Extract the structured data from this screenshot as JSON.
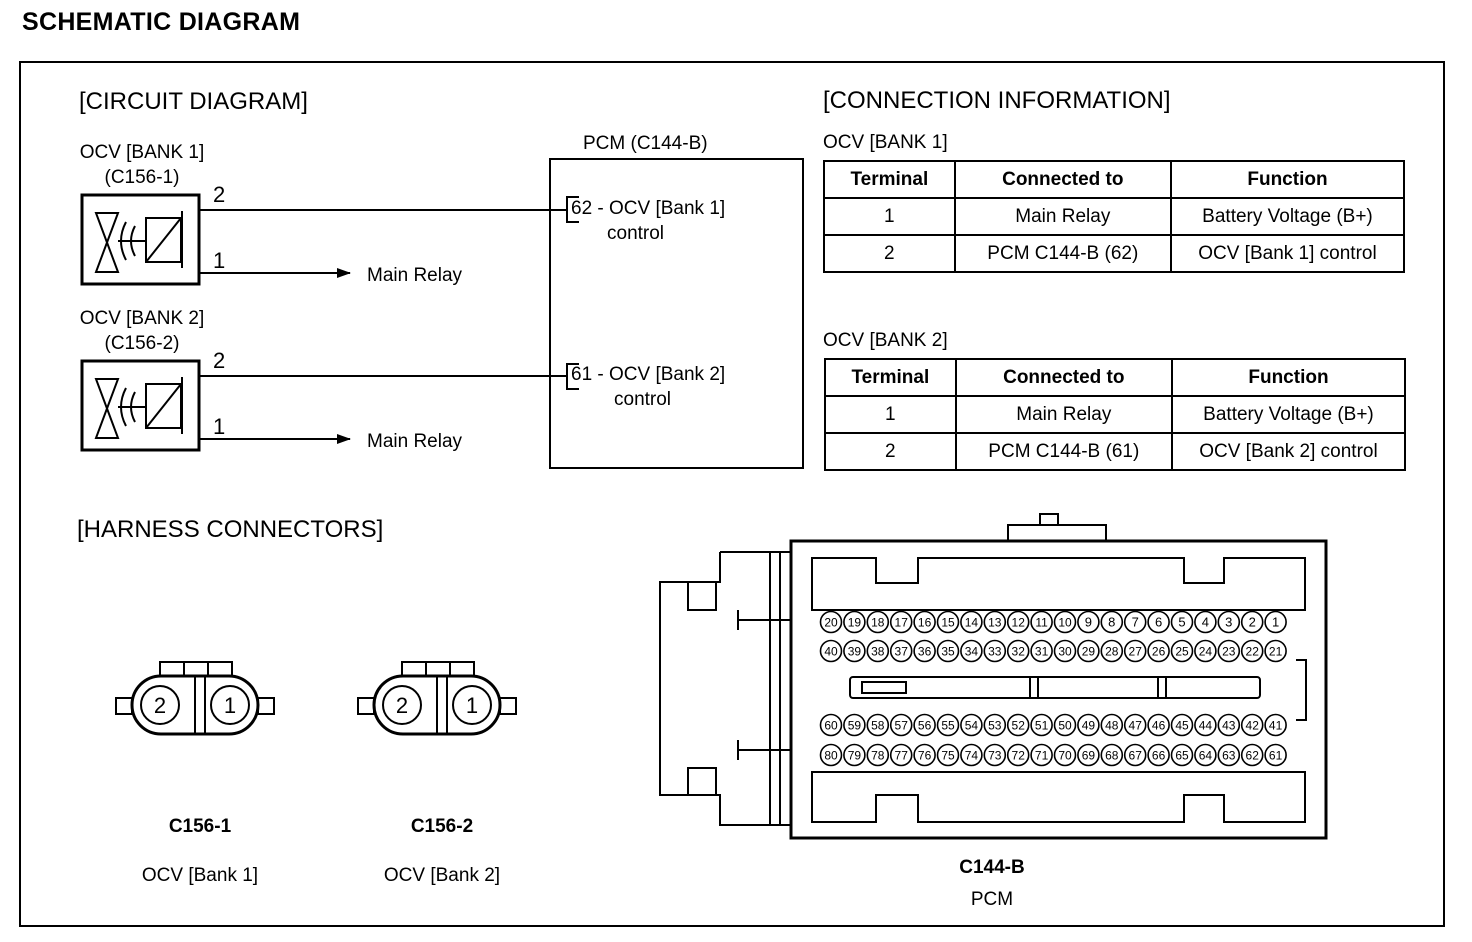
{
  "title": "SCHEMATIC DIAGRAM",
  "circuit": {
    "heading": "[CIRCUIT DIAGRAM]",
    "ocv1": {
      "name": "OCV [BANK 1]",
      "connector": "(C156-1)",
      "pin2": "2",
      "pin1": "1",
      "relay": "Main Relay"
    },
    "ocv2": {
      "name": "OCV [BANK 2]",
      "connector": "(C156-2)",
      "pin2": "2",
      "pin1": "1",
      "relay": "Main Relay"
    },
    "pcm": {
      "label": "PCM (C144-B)",
      "pin62": {
        "line1": "62 - OCV [Bank 1]",
        "line2": "control"
      },
      "pin61": {
        "line1": "61 - OCV [Bank 2]",
        "line2": "control"
      }
    }
  },
  "connection": {
    "heading": "[CONNECTION INFORMATION]",
    "headers": [
      "Terminal",
      "Connected to",
      "Function"
    ],
    "bank1": {
      "label": "OCV [BANK 1]",
      "rows": [
        [
          "1",
          "Main Relay",
          "Battery Voltage (B+)"
        ],
        [
          "2",
          "PCM C144-B (62)",
          "OCV [Bank 1] control"
        ]
      ]
    },
    "bank2": {
      "label": "OCV [BANK 2]",
      "rows": [
        [
          "1",
          "Main Relay",
          "Battery Voltage (B+)"
        ],
        [
          "2",
          "PCM C144-B (61)",
          "OCV [Bank 2] control"
        ]
      ]
    }
  },
  "harness": {
    "heading": "[HARNESS CONNECTORS]",
    "c1": {
      "pins": [
        "2",
        "1"
      ],
      "name": "C156-1",
      "desc": "OCV [Bank 1]"
    },
    "c2": {
      "pins": [
        "2",
        "1"
      ],
      "name": "C156-2",
      "desc": "OCV [Bank 2]"
    },
    "pcm": {
      "name": "C144-B",
      "desc": "PCM"
    },
    "pcm_pins": {
      "row1": [
        "20",
        "19",
        "18",
        "17",
        "16",
        "15",
        "14",
        "13",
        "12",
        "11",
        "10",
        "9",
        "8",
        "7",
        "6",
        "5",
        "4",
        "3",
        "2",
        "1"
      ],
      "row2": [
        "40",
        "39",
        "38",
        "37",
        "36",
        "35",
        "34",
        "33",
        "32",
        "31",
        "30",
        "29",
        "28",
        "27",
        "26",
        "25",
        "24",
        "23",
        "22",
        "21"
      ],
      "row3": [
        "60",
        "59",
        "58",
        "57",
        "56",
        "55",
        "54",
        "53",
        "52",
        "51",
        "50",
        "49",
        "48",
        "47",
        "46",
        "45",
        "44",
        "43",
        "42",
        "41"
      ],
      "row4": [
        "80",
        "79",
        "78",
        "77",
        "76",
        "75",
        "74",
        "73",
        "72",
        "71",
        "70",
        "69",
        "68",
        "67",
        "66",
        "65",
        "64",
        "63",
        "62",
        "61"
      ]
    }
  }
}
